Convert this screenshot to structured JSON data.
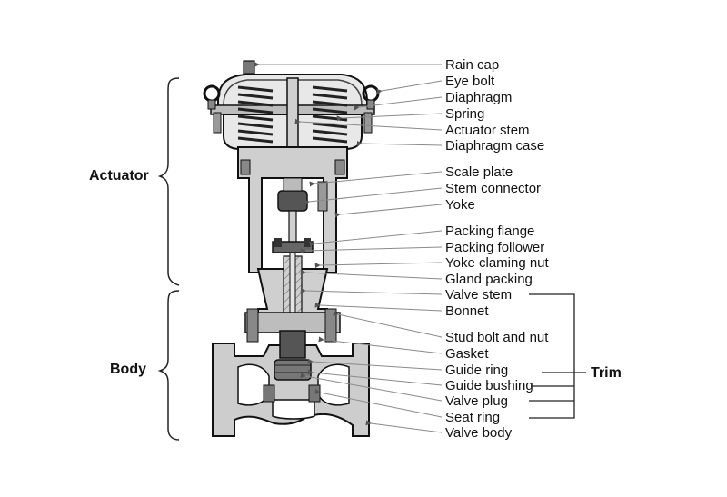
{
  "groups": {
    "actuator": "Actuator",
    "body": "Body",
    "trim": "Trim"
  },
  "parts": [
    "Rain cap",
    "Eye bolt",
    "Diaphragm",
    "Spring",
    "Actuator stem",
    "Diaphragm case",
    "Scale plate",
    "Stem connector",
    "Yoke",
    "Packing flange",
    "Packing follower",
    "Yoke claming nut",
    "Gland packing",
    "Valve stem",
    "Bonnet",
    "Stud bolt and nut",
    "Gasket",
    "Guide ring",
    "Guide bushing",
    "Valve plug",
    "Seat ring",
    "Valve body"
  ],
  "colors": {
    "metal_light": "#d9d9d9",
    "metal_mid": "#a8a8a8",
    "metal_dark": "#5a5a5a",
    "outline": "#1a1a1a",
    "leader": "#8a8a8a"
  }
}
